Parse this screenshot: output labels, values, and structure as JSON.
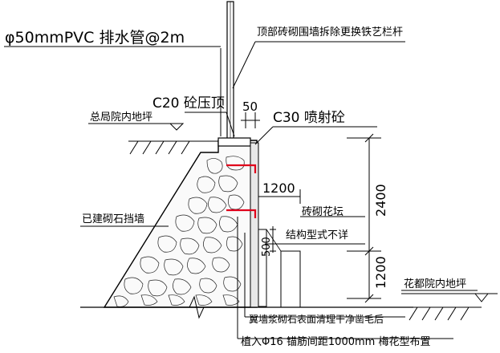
{
  "labels": {
    "pvc_pipe": "φ50mmPVC 排水管@2m",
    "railing": "顶部砖砌围墙拆除更换铁艺栏杆",
    "c20_cap": "C20 砼压顶",
    "dim_50": "50",
    "c30": "C30 喷射砼",
    "ground_left": "总局院内地坪",
    "dim_1200_h": "1200",
    "dim_2400": "2400",
    "flowerbed": "砖砌花坛",
    "flowerbed_structure": "结构型式不详",
    "dim_500": "500",
    "retaining_wall": "已建砌石挡墙",
    "dim_1200_v": "1200",
    "ground_right": "花都院内地坪",
    "surface_note": "翼墙浆砌石表面清理干净凿毛后",
    "anchor_note": "植入Φ16 锚筋间距1000mm 梅花型布置"
  }
}
